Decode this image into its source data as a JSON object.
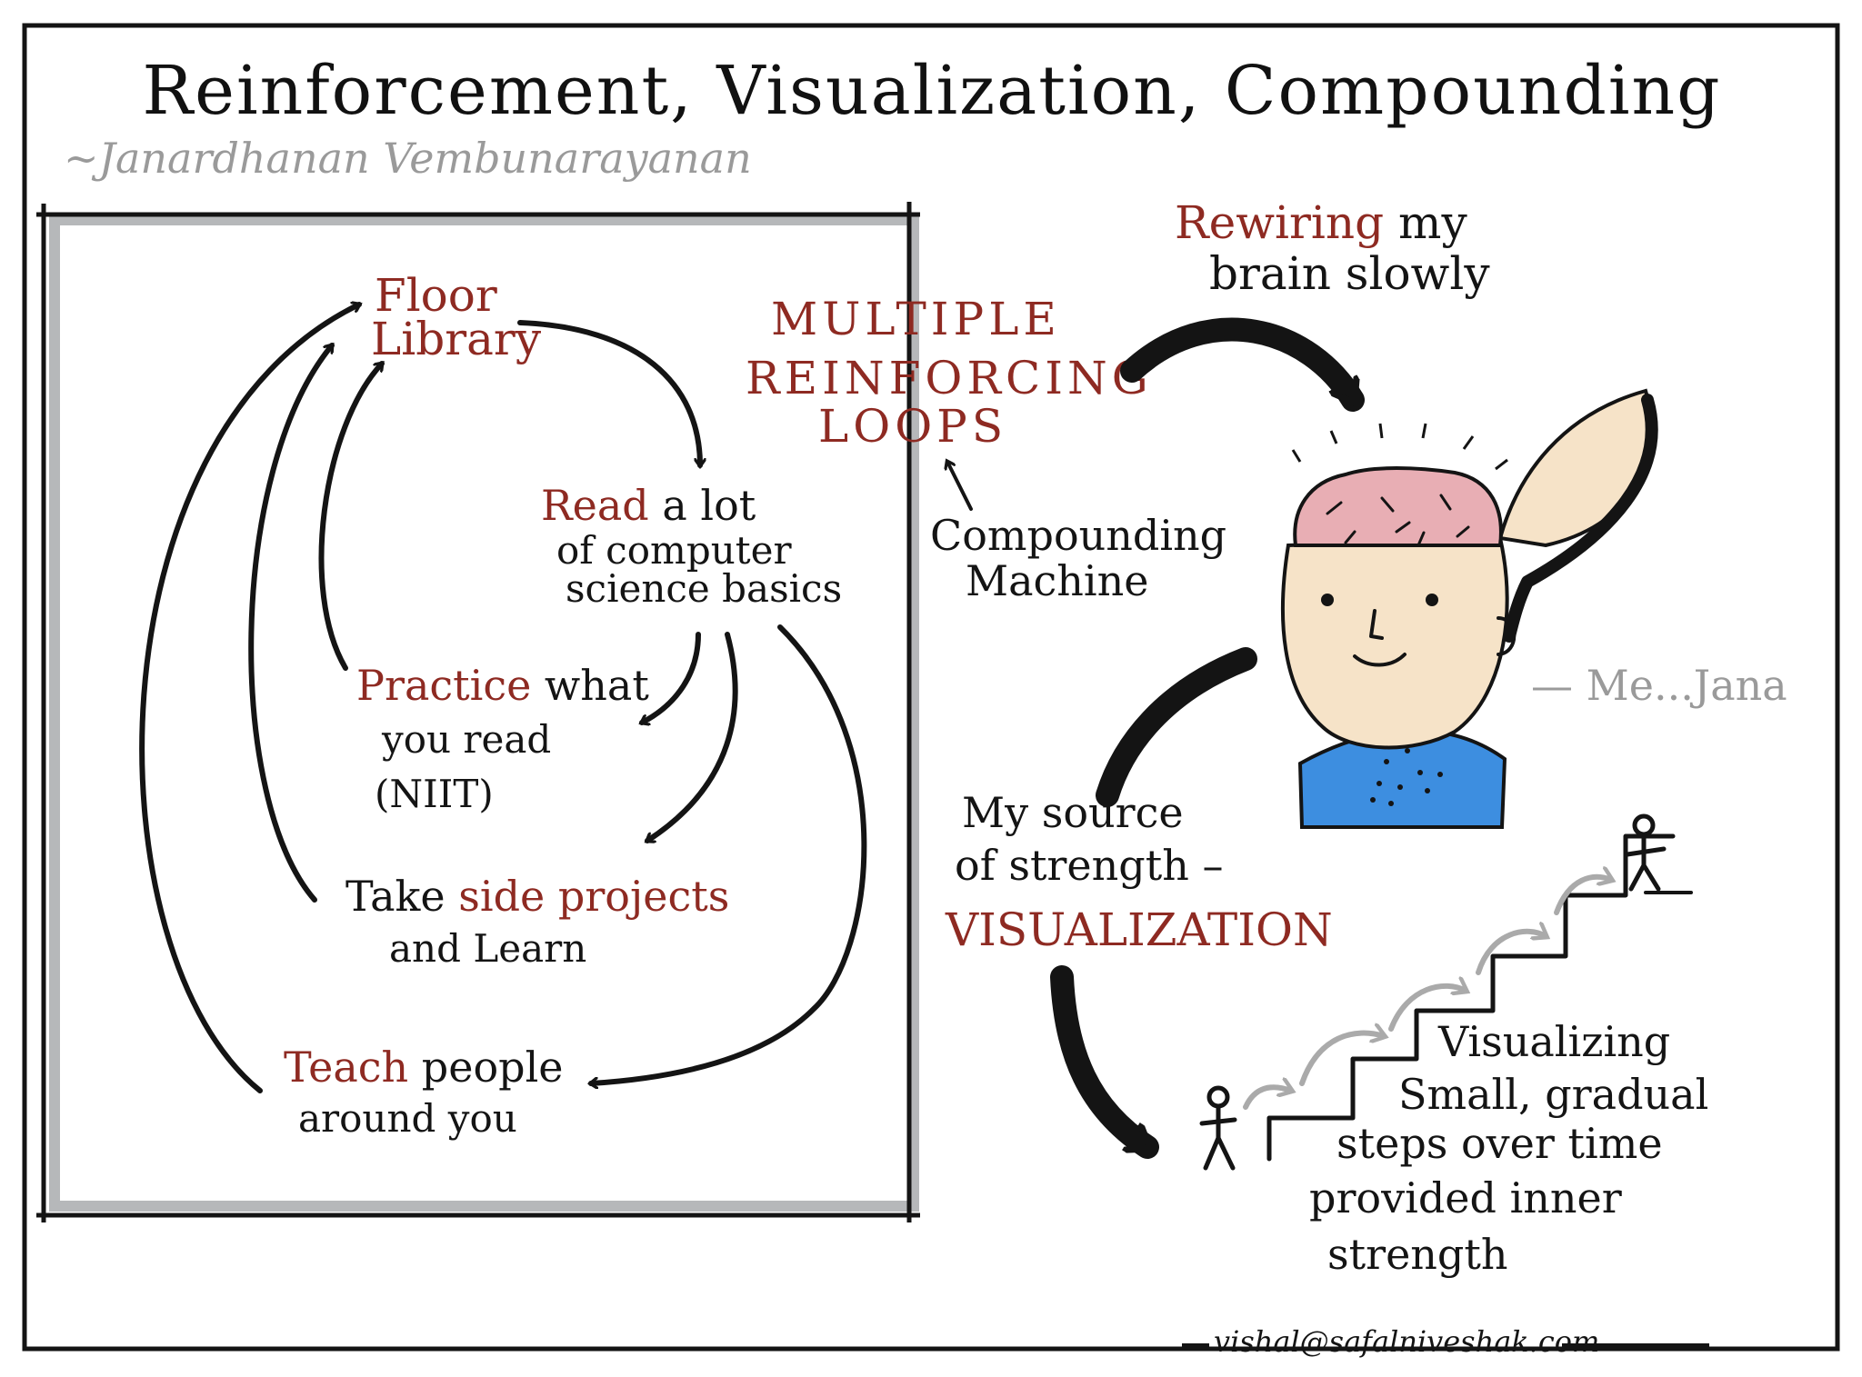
{
  "title": "Reinforcement, Visualization, Compounding",
  "author": "~Janardhanan Vembunarayanan",
  "loop": {
    "node_top": [
      "Floor",
      "Library"
    ],
    "node_read": {
      "highlight": "Read",
      "rest": " a lot",
      "line2": "of computer",
      "line3": "science basics"
    },
    "node_practice": {
      "highlight": "Practice",
      "rest": " what",
      "line2": "you read",
      "line3": "(NIIT)"
    },
    "node_side": {
      "pre": "Take ",
      "highlight": "side projects",
      "line2": "and Learn"
    },
    "node_teach": {
      "highlight": "Teach",
      "rest": " people",
      "line2": "around you"
    }
  },
  "multiple_loops": [
    "MULTIPLE",
    "REINFORCING",
    "LOOPS"
  ],
  "compounding": [
    "Compounding",
    "Machine"
  ],
  "rewiring": {
    "highlight": "Rewiring",
    "rest": " my",
    "line2": "brain slowly"
  },
  "me_label": "— Me...Jana",
  "strength": {
    "line1": "My source",
    "line2": "of strength –",
    "highlight": "VISUALIZATION"
  },
  "visualizing": [
    "Visualizing",
    "Small, gradual",
    "steps over time",
    "provided inner",
    "strength"
  ],
  "signature": "vishal@safalniveshak.com",
  "colors": {
    "ink": "#141414",
    "accent_red": "#8e2a22",
    "brain_pink": "#e8aeb4",
    "skin": "#f6e3c8",
    "shirt_blue": "#3d8ee0",
    "frame_gray": "#b6b8ba",
    "arrow_gray": "#aaaaaa"
  }
}
